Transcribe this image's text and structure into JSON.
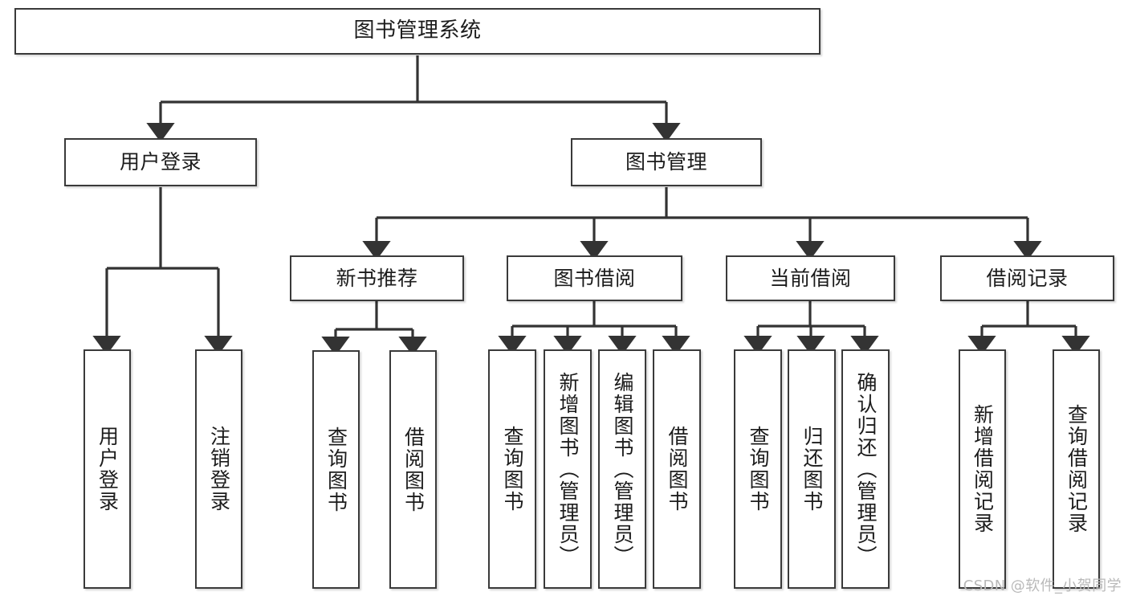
{
  "diagram": {
    "type": "tree",
    "title": "图书管理系统",
    "watermark": "CSDN @软件_小贺同学",
    "colors": {
      "node_border": "#3a3a3a",
      "node_fill": "#ffffff",
      "edge": "#333333",
      "text": "#1c1c1c",
      "watermark": "#b9b9b9"
    },
    "nodes": {
      "root": {
        "label": "图书管理系统"
      },
      "level2": [
        {
          "id": "user-login",
          "label": "用户登录"
        },
        {
          "id": "book-manage",
          "label": "图书管理"
        }
      ],
      "level3": [
        {
          "id": "new-book-recommend",
          "label": "新书推荐"
        },
        {
          "id": "book-borrow",
          "label": "图书借阅"
        },
        {
          "id": "current-borrow",
          "label": "当前借阅"
        },
        {
          "id": "borrow-record",
          "label": "借阅记录"
        }
      ],
      "leaves": {
        "user_login": [
          {
            "id": "leaf-user-login",
            "label": "用户登录"
          },
          {
            "id": "leaf-logout-login",
            "label": "注销登录"
          }
        ],
        "new_book_recommend": [
          {
            "id": "leaf-query-book-1",
            "label": "查询图书"
          },
          {
            "id": "leaf-borrow-book-1",
            "label": "借阅图书"
          }
        ],
        "book_borrow": [
          {
            "id": "leaf-query-book-2",
            "label": "查询图书"
          },
          {
            "id": "leaf-add-book",
            "label": "新增图书（管理员）"
          },
          {
            "id": "leaf-edit-book",
            "label": "编辑图书（管理员）"
          },
          {
            "id": "leaf-borrow-book-2",
            "label": "借阅图书"
          }
        ],
        "current_borrow": [
          {
            "id": "leaf-query-book-3",
            "label": "查询图书"
          },
          {
            "id": "leaf-return-book",
            "label": "归还图书"
          },
          {
            "id": "leaf-confirm-return",
            "label": "确认归还（管理员）"
          }
        ],
        "borrow_record": [
          {
            "id": "leaf-add-record",
            "label": "新增借阅记录"
          },
          {
            "id": "leaf-query-record",
            "label": "查询借阅记录"
          }
        ]
      }
    }
  }
}
